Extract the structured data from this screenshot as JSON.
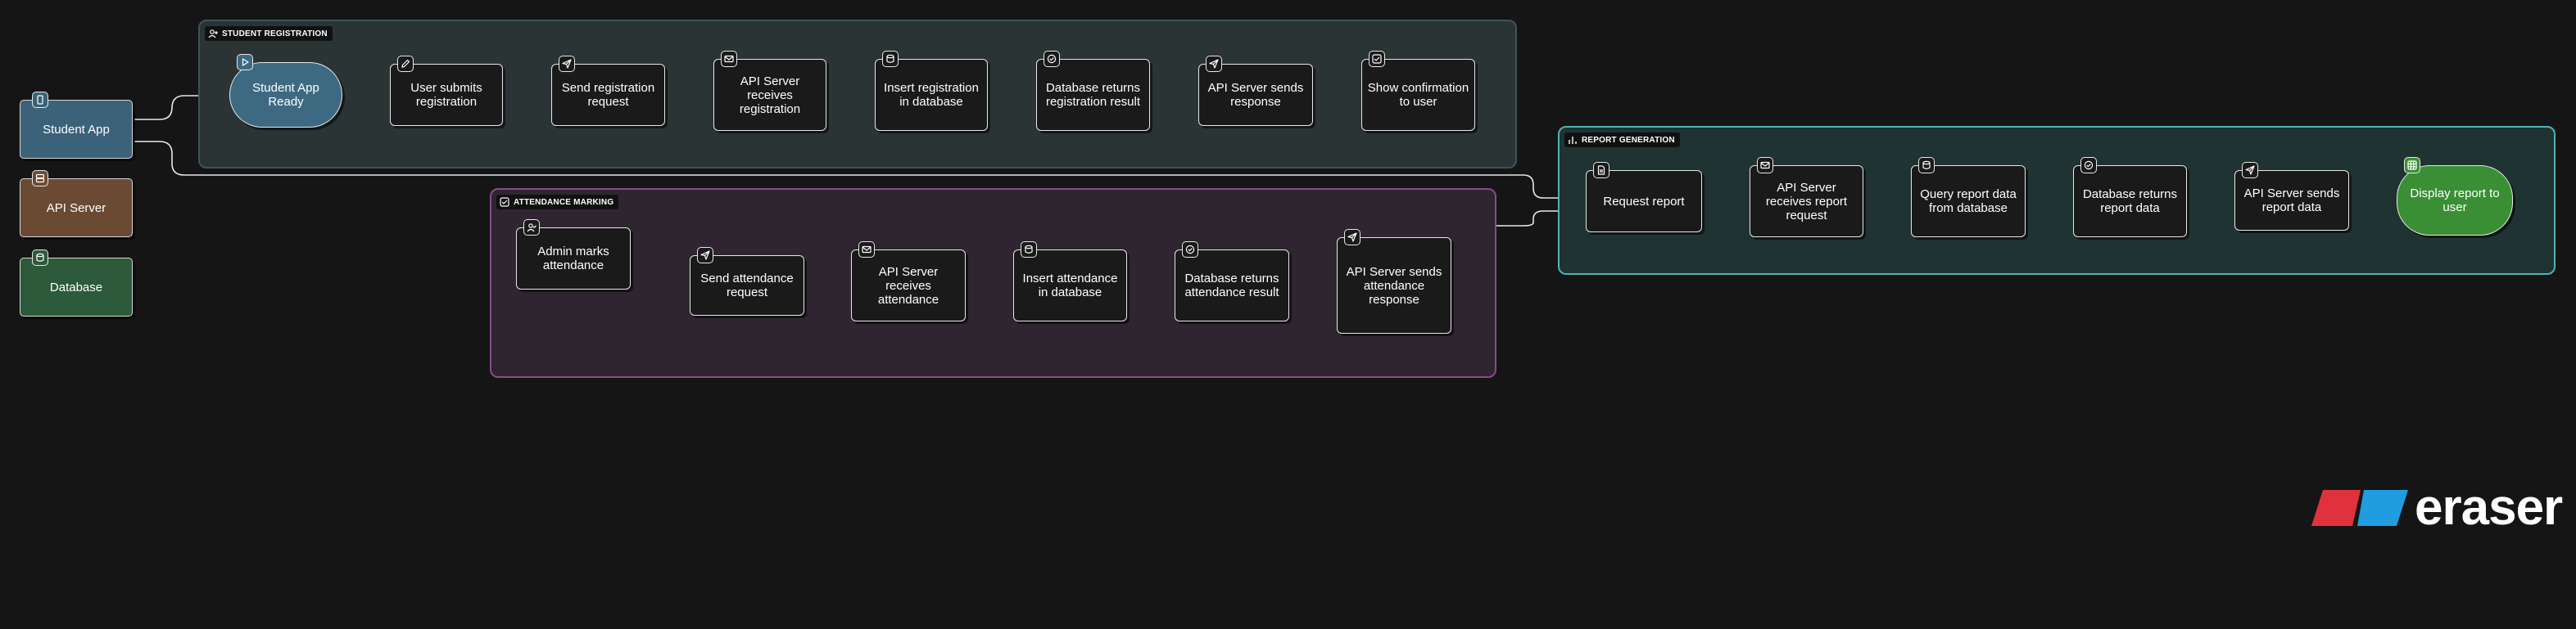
{
  "legend": [
    {
      "label": "Student App",
      "icon": "mobile-icon",
      "color": "#3b6278"
    },
    {
      "label": "API Server",
      "icon": "server-icon",
      "color": "#6b4a33"
    },
    {
      "label": "Database",
      "icon": "database-icon",
      "color": "#2d5a3a"
    }
  ],
  "groups": {
    "registration": {
      "title": "STUDENT REGISTRATION",
      "icon": "user-plus-icon",
      "border": "#3e5559",
      "fill": "#2a3435"
    },
    "attendance": {
      "title": "ATTENDANCE MARKING",
      "icon": "check-square-icon",
      "border": "#8a4a8a",
      "fill": "#2e2530"
    },
    "report": {
      "title": "REPORT GENERATION",
      "icon": "bar-chart-icon",
      "border": "#4fb3b3",
      "fill": "#1f3332"
    }
  },
  "nodes": {
    "student_app_ready": {
      "label": "Student App Ready",
      "icon": "play-icon"
    },
    "user_submits": {
      "label": "User submits registration",
      "icon": "edit-icon"
    },
    "send_reg": {
      "label": "Send registration request",
      "icon": "send-icon"
    },
    "api_receives_reg": {
      "label": "API Server receives registration",
      "icon": "mail-icon"
    },
    "insert_reg": {
      "label": "Insert registration in database",
      "icon": "database-icon"
    },
    "db_returns_reg": {
      "label": "Database returns registration result",
      "icon": "check-circle-icon"
    },
    "api_sends_resp": {
      "label": "API Server sends response",
      "icon": "send-icon"
    },
    "show_confirm": {
      "label": "Show confirmation to user",
      "icon": "check-square-icon"
    },
    "admin_marks": {
      "label": "Admin marks attendance",
      "icon": "user-check-icon"
    },
    "send_att": {
      "label": "Send attendance request",
      "icon": "send-icon"
    },
    "api_receives_att": {
      "label": "API Server receives attendance",
      "icon": "mail-icon"
    },
    "insert_att": {
      "label": "Insert attendance in database",
      "icon": "database-icon"
    },
    "db_returns_att": {
      "label": "Database returns attendance result",
      "icon": "check-circle-icon"
    },
    "api_sends_att": {
      "label": "API Server sends attendance response",
      "icon": "send-icon"
    },
    "request_report": {
      "label": "Request report",
      "icon": "file-icon"
    },
    "api_receives_report": {
      "label": "API Server receives report request",
      "icon": "mail-icon"
    },
    "query_report": {
      "label": "Query report data from database",
      "icon": "database-icon"
    },
    "db_returns_report": {
      "label": "Database returns report data",
      "icon": "check-circle-icon"
    },
    "api_sends_report": {
      "label": "API Server sends report data",
      "icon": "send-icon"
    },
    "display_report": {
      "label": "Display report to user",
      "icon": "grid-icon"
    }
  },
  "brand": {
    "name": "eraser",
    "colors": [
      "#e0323e",
      "#1f9de0"
    ]
  }
}
